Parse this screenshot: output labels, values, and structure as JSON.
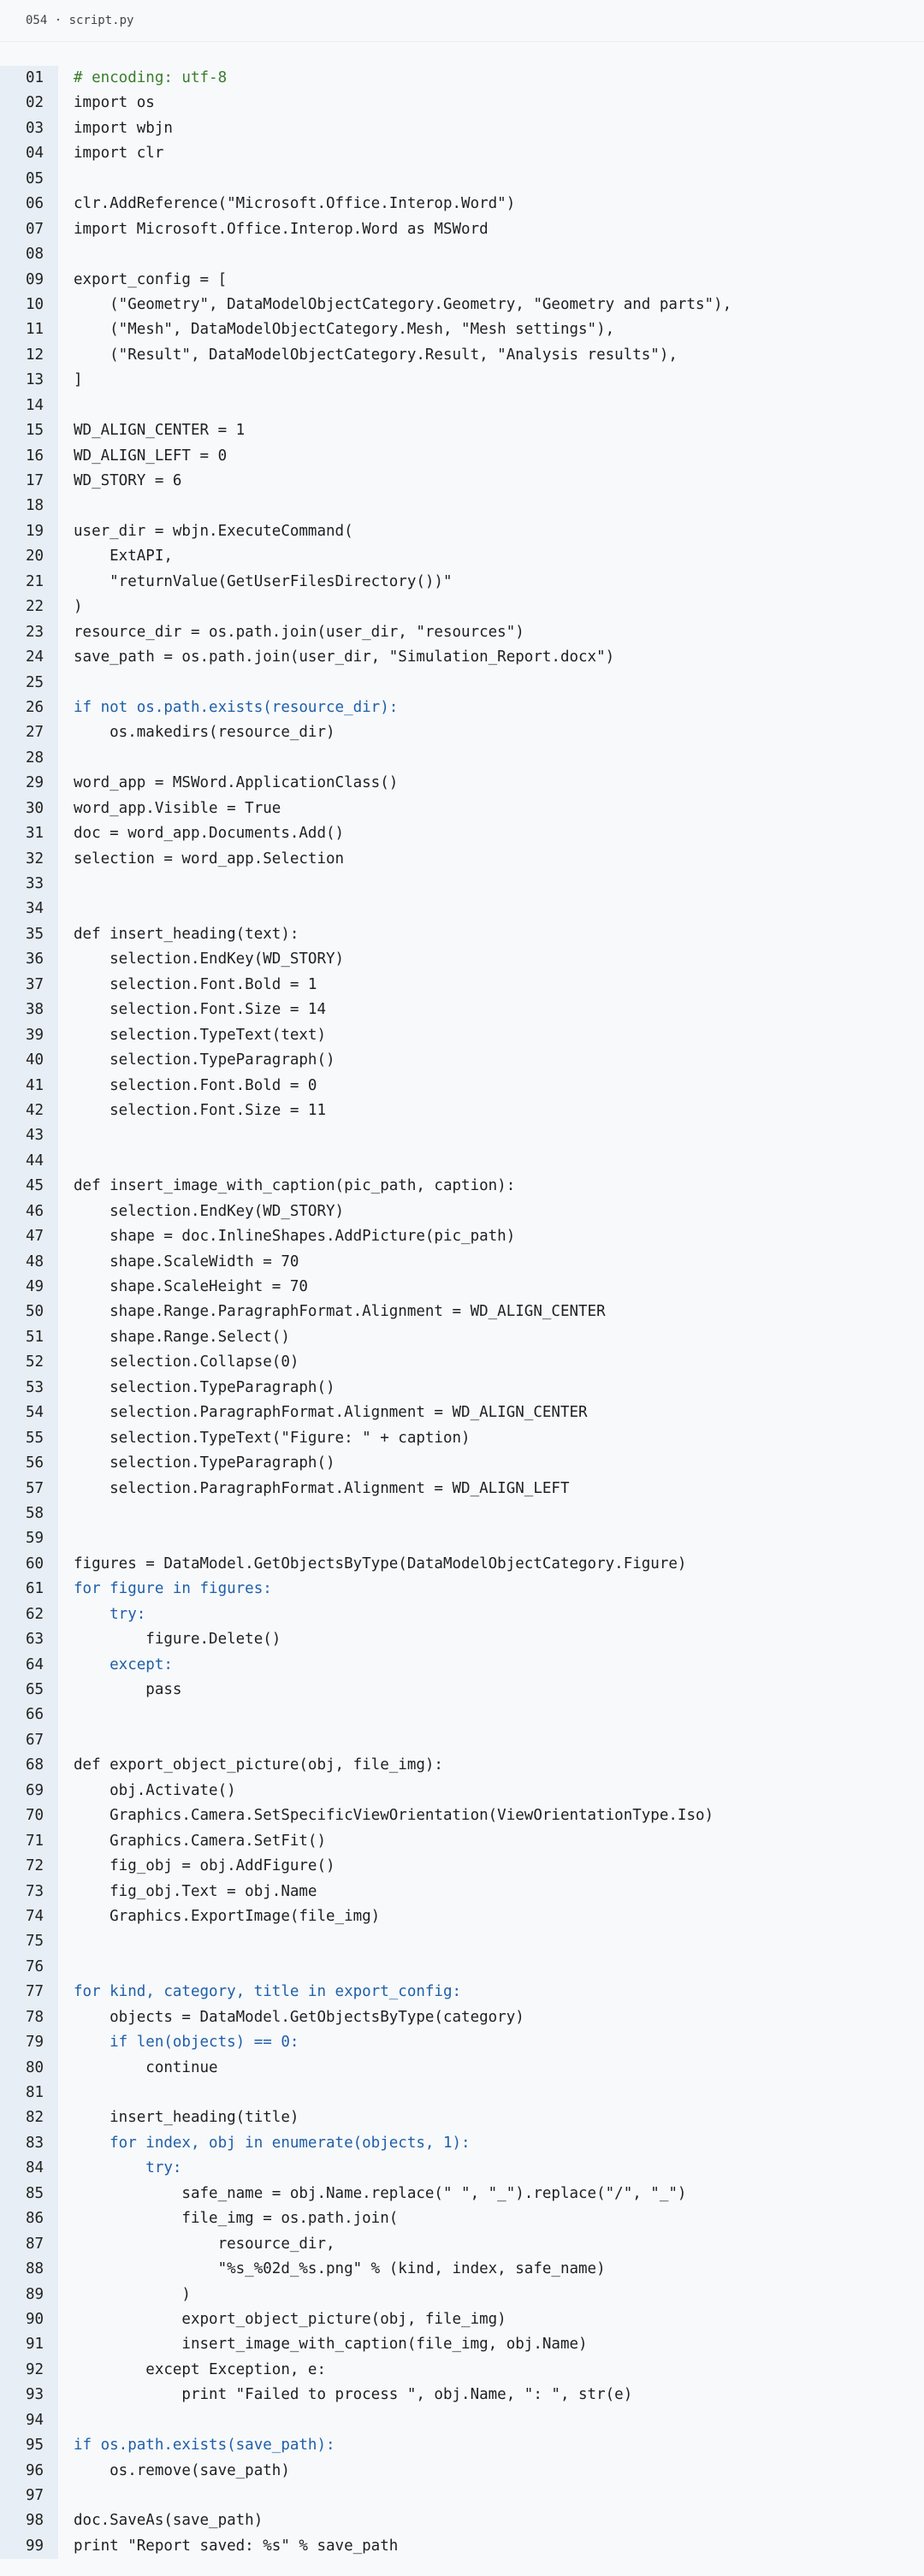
{
  "window": {
    "title": "054 · script.py"
  },
  "colors": {
    "comment": "#3a7d2c",
    "keyword": "#1f5fa8",
    "text": "#1f1f1f",
    "gutter_bg": "#e8eef5",
    "editor_bg": "#f7f9fb"
  },
  "lines": [
    {
      "n": "01",
      "text": "# encoding: utf-8",
      "kind": "comment"
    },
    {
      "n": "02",
      "text": "import os",
      "kind": "plain"
    },
    {
      "n": "03",
      "text": "import wbjn",
      "kind": "plain"
    },
    {
      "n": "04",
      "text": "import clr",
      "kind": "plain"
    },
    {
      "n": "05",
      "text": "",
      "kind": "plain"
    },
    {
      "n": "06",
      "text": "clr.AddReference(\"Microsoft.Office.Interop.Word\")",
      "kind": "plain"
    },
    {
      "n": "07",
      "text": "import Microsoft.Office.Interop.Word as MSWord",
      "kind": "plain"
    },
    {
      "n": "08",
      "text": "",
      "kind": "plain"
    },
    {
      "n": "09",
      "text": "export_config = [",
      "kind": "plain"
    },
    {
      "n": "10",
      "text": "    (\"Geometry\", DataModelObjectCategory.Geometry, \"Geometry and parts\"),",
      "kind": "plain"
    },
    {
      "n": "11",
      "text": "    (\"Mesh\", DataModelObjectCategory.Mesh, \"Mesh settings\"),",
      "kind": "plain"
    },
    {
      "n": "12",
      "text": "    (\"Result\", DataModelObjectCategory.Result, \"Analysis results\"),",
      "kind": "plain"
    },
    {
      "n": "13",
      "text": "]",
      "kind": "plain"
    },
    {
      "n": "14",
      "text": "",
      "kind": "plain"
    },
    {
      "n": "15",
      "text": "WD_ALIGN_CENTER = 1",
      "kind": "plain"
    },
    {
      "n": "16",
      "text": "WD_ALIGN_LEFT = 0",
      "kind": "plain"
    },
    {
      "n": "17",
      "text": "WD_STORY = 6",
      "kind": "plain"
    },
    {
      "n": "18",
      "text": "",
      "kind": "plain"
    },
    {
      "n": "19",
      "text": "user_dir = wbjn.ExecuteCommand(",
      "kind": "plain"
    },
    {
      "n": "20",
      "text": "    ExtAPI,",
      "kind": "plain"
    },
    {
      "n": "21",
      "text": "    \"returnValue(GetUserFilesDirectory())\"",
      "kind": "plain"
    },
    {
      "n": "22",
      "text": ")",
      "kind": "plain"
    },
    {
      "n": "23",
      "text": "resource_dir = os.path.join(user_dir, \"resources\")",
      "kind": "plain"
    },
    {
      "n": "24",
      "text": "save_path = os.path.join(user_dir, \"Simulation_Report.docx\")",
      "kind": "plain"
    },
    {
      "n": "25",
      "text": "",
      "kind": "plain"
    },
    {
      "n": "26",
      "text": "if not os.path.exists(resource_dir):",
      "kind": "keyword"
    },
    {
      "n": "27",
      "text": "    os.makedirs(resource_dir)",
      "kind": "plain"
    },
    {
      "n": "28",
      "text": "",
      "kind": "plain"
    },
    {
      "n": "29",
      "text": "word_app = MSWord.ApplicationClass()",
      "kind": "plain"
    },
    {
      "n": "30",
      "text": "word_app.Visible = True",
      "kind": "plain"
    },
    {
      "n": "31",
      "text": "doc = word_app.Documents.Add()",
      "kind": "plain"
    },
    {
      "n": "32",
      "text": "selection = word_app.Selection",
      "kind": "plain"
    },
    {
      "n": "33",
      "text": "",
      "kind": "plain"
    },
    {
      "n": "34",
      "text": "",
      "kind": "plain"
    },
    {
      "n": "35",
      "text": "def insert_heading(text):",
      "kind": "plain"
    },
    {
      "n": "36",
      "text": "    selection.EndKey(WD_STORY)",
      "kind": "plain"
    },
    {
      "n": "37",
      "text": "    selection.Font.Bold = 1",
      "kind": "plain"
    },
    {
      "n": "38",
      "text": "    selection.Font.Size = 14",
      "kind": "plain"
    },
    {
      "n": "39",
      "text": "    selection.TypeText(text)",
      "kind": "plain"
    },
    {
      "n": "40",
      "text": "    selection.TypeParagraph()",
      "kind": "plain"
    },
    {
      "n": "41",
      "text": "    selection.Font.Bold = 0",
      "kind": "plain"
    },
    {
      "n": "42",
      "text": "    selection.Font.Size = 11",
      "kind": "plain"
    },
    {
      "n": "43",
      "text": "",
      "kind": "plain"
    },
    {
      "n": "44",
      "text": "",
      "kind": "plain"
    },
    {
      "n": "45",
      "text": "def insert_image_with_caption(pic_path, caption):",
      "kind": "plain"
    },
    {
      "n": "46",
      "text": "    selection.EndKey(WD_STORY)",
      "kind": "plain"
    },
    {
      "n": "47",
      "text": "    shape = doc.InlineShapes.AddPicture(pic_path)",
      "kind": "plain"
    },
    {
      "n": "48",
      "text": "    shape.ScaleWidth = 70",
      "kind": "plain"
    },
    {
      "n": "49",
      "text": "    shape.ScaleHeight = 70",
      "kind": "plain"
    },
    {
      "n": "50",
      "text": "    shape.Range.ParagraphFormat.Alignment = WD_ALIGN_CENTER",
      "kind": "plain"
    },
    {
      "n": "51",
      "text": "    shape.Range.Select()",
      "kind": "plain"
    },
    {
      "n": "52",
      "text": "    selection.Collapse(0)",
      "kind": "plain"
    },
    {
      "n": "53",
      "text": "    selection.TypeParagraph()",
      "kind": "plain"
    },
    {
      "n": "54",
      "text": "    selection.ParagraphFormat.Alignment = WD_ALIGN_CENTER",
      "kind": "plain"
    },
    {
      "n": "55",
      "text": "    selection.TypeText(\"Figure: \" + caption)",
      "kind": "plain"
    },
    {
      "n": "56",
      "text": "    selection.TypeParagraph()",
      "kind": "plain"
    },
    {
      "n": "57",
      "text": "    selection.ParagraphFormat.Alignment = WD_ALIGN_LEFT",
      "kind": "plain"
    },
    {
      "n": "58",
      "text": "",
      "kind": "plain"
    },
    {
      "n": "59",
      "text": "",
      "kind": "plain"
    },
    {
      "n": "60",
      "text": "figures = DataModel.GetObjectsByType(DataModelObjectCategory.Figure)",
      "kind": "plain"
    },
    {
      "n": "61",
      "text": "for figure in figures:",
      "kind": "keyword"
    },
    {
      "n": "62",
      "text": "    try:",
      "kind": "keyword"
    },
    {
      "n": "63",
      "text": "        figure.Delete()",
      "kind": "plain"
    },
    {
      "n": "64",
      "text": "    except:",
      "kind": "keyword"
    },
    {
      "n": "65",
      "text": "        pass",
      "kind": "plain"
    },
    {
      "n": "66",
      "text": "",
      "kind": "plain"
    },
    {
      "n": "67",
      "text": "",
      "kind": "plain"
    },
    {
      "n": "68",
      "text": "def export_object_picture(obj, file_img):",
      "kind": "plain"
    },
    {
      "n": "69",
      "text": "    obj.Activate()",
      "kind": "plain"
    },
    {
      "n": "70",
      "text": "    Graphics.Camera.SetSpecificViewOrientation(ViewOrientationType.Iso)",
      "kind": "plain"
    },
    {
      "n": "71",
      "text": "    Graphics.Camera.SetFit()",
      "kind": "plain"
    },
    {
      "n": "72",
      "text": "    fig_obj = obj.AddFigure()",
      "kind": "plain"
    },
    {
      "n": "73",
      "text": "    fig_obj.Text = obj.Name",
      "kind": "plain"
    },
    {
      "n": "74",
      "text": "    Graphics.ExportImage(file_img)",
      "kind": "plain"
    },
    {
      "n": "75",
      "text": "",
      "kind": "plain"
    },
    {
      "n": "76",
      "text": "",
      "kind": "plain"
    },
    {
      "n": "77",
      "text": "for kind, category, title in export_config:",
      "kind": "keyword"
    },
    {
      "n": "78",
      "text": "    objects = DataModel.GetObjectsByType(category)",
      "kind": "plain"
    },
    {
      "n": "79",
      "text": "    if len(objects) == 0:",
      "kind": "keyword"
    },
    {
      "n": "80",
      "text": "        continue",
      "kind": "plain"
    },
    {
      "n": "81",
      "text": "",
      "kind": "plain"
    },
    {
      "n": "82",
      "text": "    insert_heading(title)",
      "kind": "plain"
    },
    {
      "n": "83",
      "text": "    for index, obj in enumerate(objects, 1):",
      "kind": "keyword"
    },
    {
      "n": "84",
      "text": "        try:",
      "kind": "keyword"
    },
    {
      "n": "85",
      "text": "            safe_name = obj.Name.replace(\" \", \"_\").replace(\"/\", \"_\")",
      "kind": "plain"
    },
    {
      "n": "86",
      "text": "            file_img = os.path.join(",
      "kind": "plain"
    },
    {
      "n": "87",
      "text": "                resource_dir,",
      "kind": "plain"
    },
    {
      "n": "88",
      "text": "                \"%s_%02d_%s.png\" % (kind, index, safe_name)",
      "kind": "plain"
    },
    {
      "n": "89",
      "text": "            )",
      "kind": "plain"
    },
    {
      "n": "90",
      "text": "            export_object_picture(obj, file_img)",
      "kind": "plain"
    },
    {
      "n": "91",
      "text": "            insert_image_with_caption(file_img, obj.Name)",
      "kind": "plain"
    },
    {
      "n": "92",
      "text": "        except Exception, e:",
      "kind": "plain"
    },
    {
      "n": "93",
      "text": "            print \"Failed to process \", obj.Name, \": \", str(e)",
      "kind": "plain"
    },
    {
      "n": "94",
      "text": "",
      "kind": "plain"
    },
    {
      "n": "95",
      "text": "if os.path.exists(save_path):",
      "kind": "keyword"
    },
    {
      "n": "96",
      "text": "    os.remove(save_path)",
      "kind": "plain"
    },
    {
      "n": "97",
      "text": "",
      "kind": "plain"
    },
    {
      "n": "98",
      "text": "doc.SaveAs(save_path)",
      "kind": "plain"
    },
    {
      "n": "99",
      "text": "print \"Report saved: %s\" % save_path",
      "kind": "plain"
    }
  ]
}
